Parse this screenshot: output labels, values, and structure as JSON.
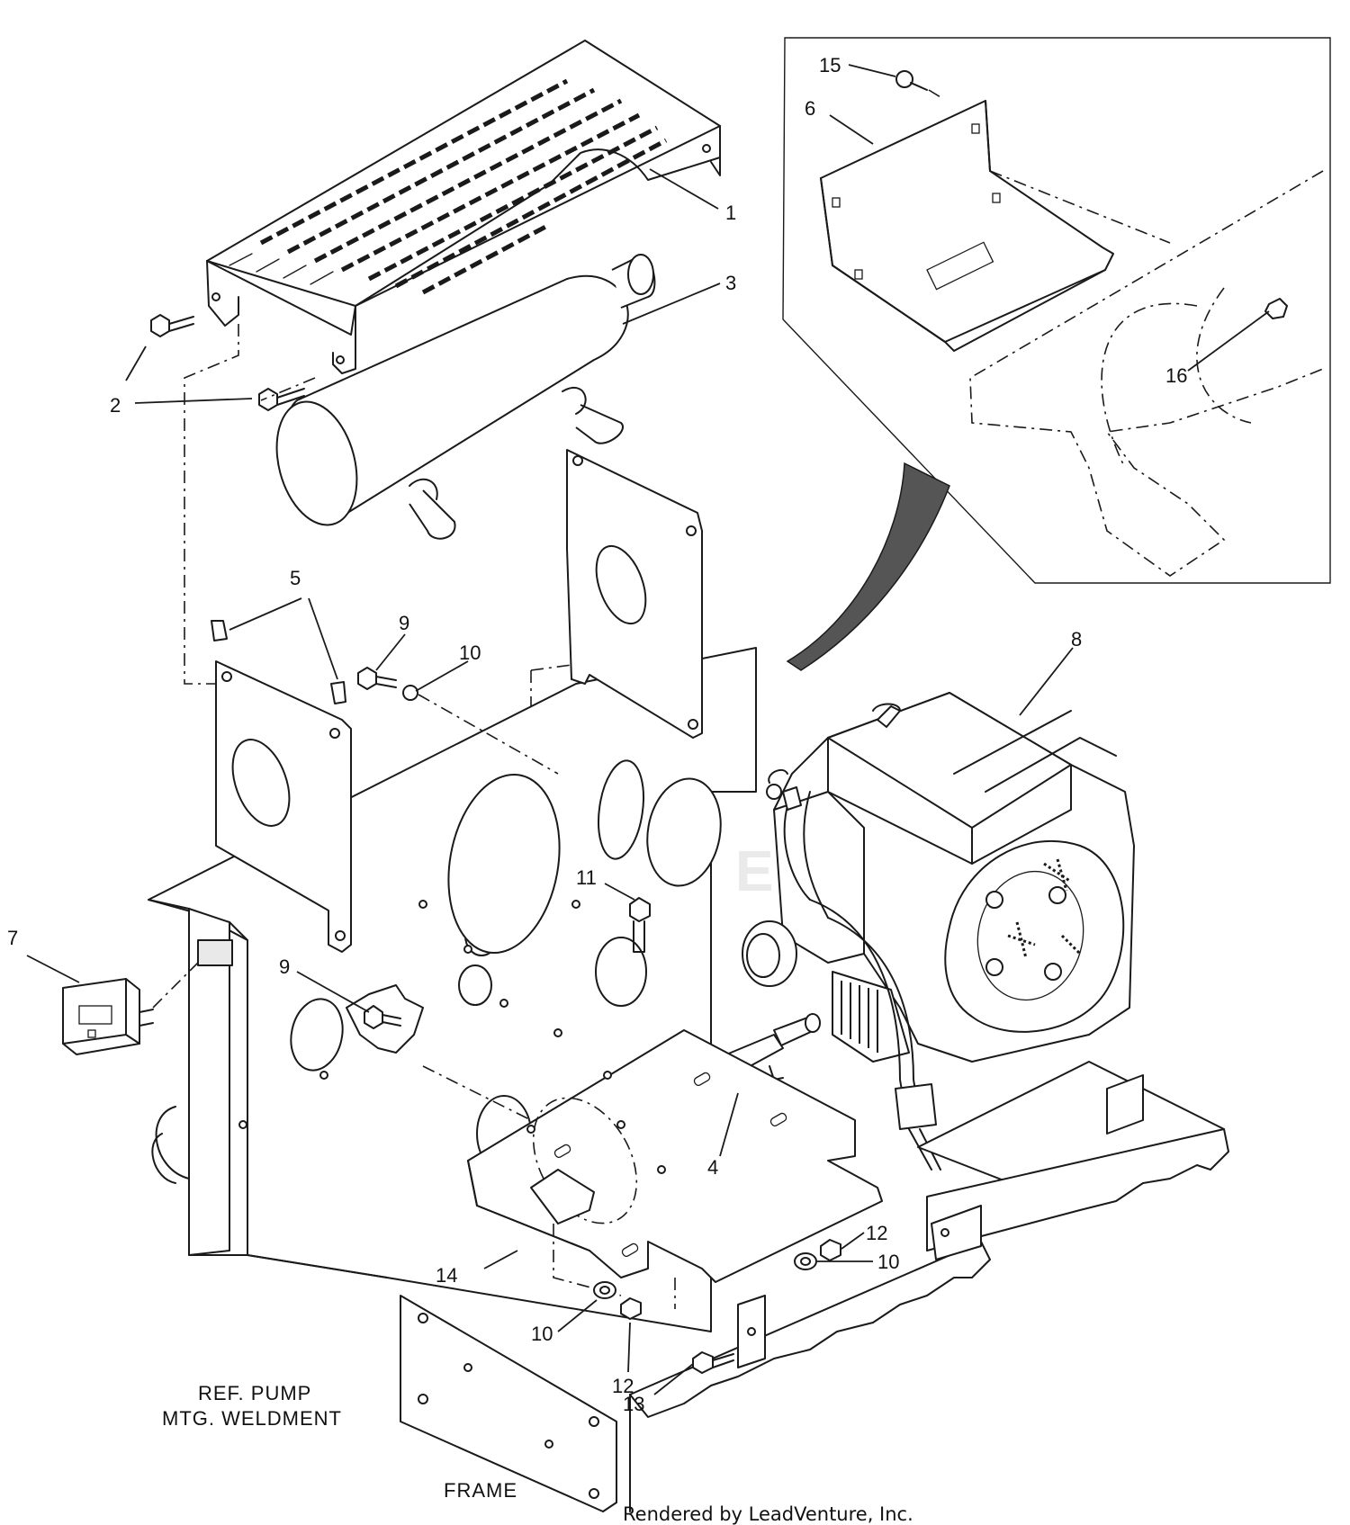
{
  "callouts": [
    {
      "id": "c1",
      "text": "1"
    },
    {
      "id": "c2",
      "text": "2"
    },
    {
      "id": "c3",
      "text": "3"
    },
    {
      "id": "c4",
      "text": "4"
    },
    {
      "id": "c5",
      "text": "5"
    },
    {
      "id": "c6",
      "text": "6"
    },
    {
      "id": "c7",
      "text": "7"
    },
    {
      "id": "c8",
      "text": "8"
    },
    {
      "id": "c9a",
      "text": "9"
    },
    {
      "id": "c9b",
      "text": "9"
    },
    {
      "id": "c10a",
      "text": "10"
    },
    {
      "id": "c10b",
      "text": "10"
    },
    {
      "id": "c10c",
      "text": "10"
    },
    {
      "id": "c11",
      "text": "11"
    },
    {
      "id": "c12a",
      "text": "12"
    },
    {
      "id": "c12b",
      "text": "12"
    },
    {
      "id": "c13",
      "text": "13"
    },
    {
      "id": "c14",
      "text": "14"
    },
    {
      "id": "c15",
      "text": "15"
    },
    {
      "id": "c16",
      "text": "16"
    }
  ],
  "captions": {
    "ref_pump_line1": "REF. PUMP",
    "ref_pump_line2": "MTG. WELDMENT",
    "frame": "FRAME"
  },
  "credit": "Rendered by LeadVenture, Inc.",
  "watermark": "LEADVENTURE"
}
